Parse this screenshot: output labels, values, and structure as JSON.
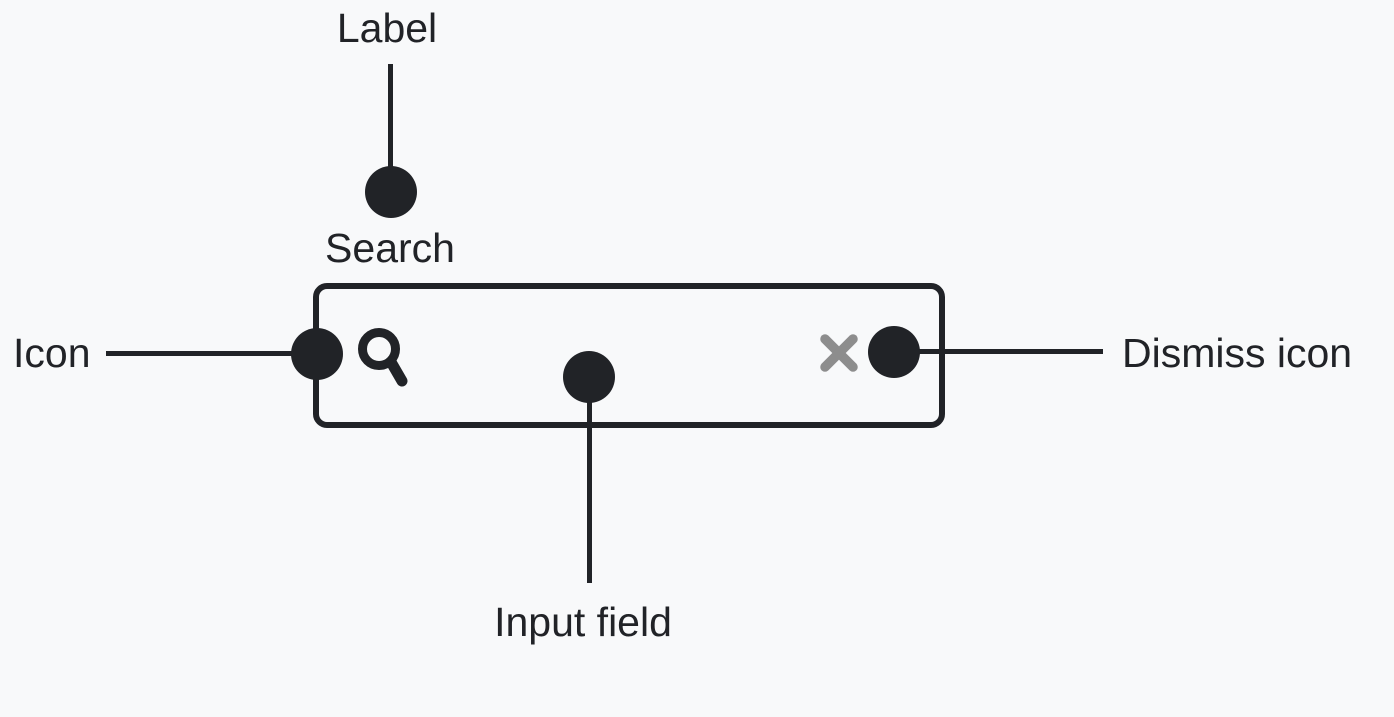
{
  "component": {
    "label": "Search"
  },
  "annotations": {
    "label": "Label",
    "icon": "Icon",
    "dismiss": "Dismiss icon",
    "input": "Input field"
  },
  "icons": {
    "search": "search-icon",
    "dismiss": "dismiss-icon"
  },
  "colors": {
    "background": "#f8f9fa",
    "ink": "#212327",
    "dismiss_gray": "#8d8d8d"
  }
}
